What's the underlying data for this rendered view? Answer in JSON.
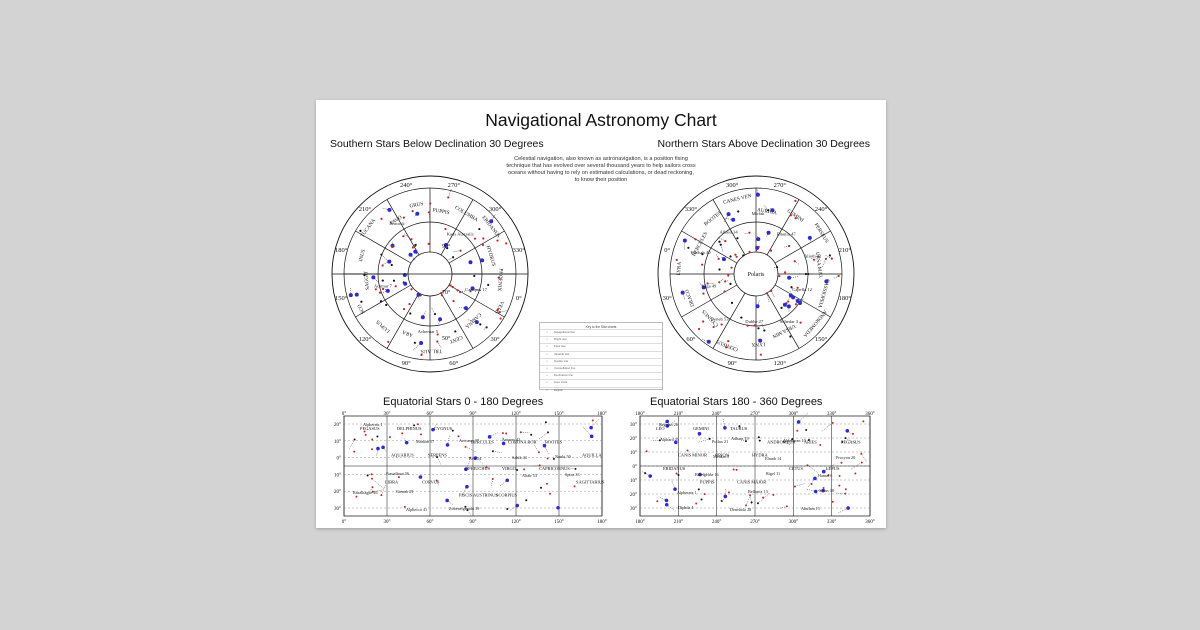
{
  "poster": {
    "title": "Navigational Astronomy Chart",
    "southern_heading": "Southern Stars Below Declination 30 Degrees",
    "northern_heading": "Northern Stars Above Declination 30 Degrees",
    "intro": "Celestial navigation, also known as astronavigation, is a position fixing technique that has evolved over several thousand years to help sailors cross oceans without having to rely on estimated calculations, or dead reckoning, to know their position",
    "equatorial_left_heading": "Equatorial Stars 0 - 180 Degrees",
    "equatorial_right_heading": "Equatorial Stars 180 - 360 Degrees"
  },
  "southern_chart": {
    "degree_labels": [
      "270°",
      "300°",
      "330°",
      "0°",
      "30°",
      "60°",
      "90°",
      "120°",
      "150°",
      "180°",
      "210°",
      "240°"
    ],
    "inner_labels": [
      "90°",
      "70°",
      "50°"
    ],
    "constellations": [
      "PUPPIS",
      "COLUMBA",
      "ERIDANUS",
      "HYDRUS",
      "PHOENIX",
      "VELA",
      "CARINA",
      "CENT",
      "TRI. AUS.",
      "ARA",
      "LUPUS",
      "SCO",
      "SAGGIT",
      "INUS",
      "TUCANA",
      "PAVO",
      "GRUS"
    ],
    "star_names": [
      "Canopus 17",
      "Achernar 5",
      "Acamar 7",
      "Peacock",
      "Kaus Australis"
    ]
  },
  "northern_chart": {
    "degree_labels": [
      "270°",
      "240°",
      "210°",
      "180°",
      "150°",
      "120°",
      "90°",
      "60°",
      "30°",
      "0°",
      "330°",
      "300°"
    ],
    "center_label": "Polaris",
    "constellations": [
      "AURIGA",
      "GEMINI",
      "PERSEUS",
      "URSA MAJ.",
      "CASSIOPEIA",
      "ANDROMEDA",
      "URSA MIN",
      "LYNX",
      "CEPHEUS",
      "CYGNUS",
      "DRACO",
      "LYRA",
      "HERCULES",
      "BOOTES",
      "CANES VEN"
    ],
    "star_names": [
      "Capella 12",
      "Schedar 3",
      "Dubhe 27",
      "Deneb 53",
      "Vega 49",
      "Kochab 40",
      "Alkaid 34",
      "Mirfak",
      "Eltanin 47",
      "Alioth 32"
    ]
  },
  "equatorial_left": {
    "x_ticks": [
      "0°",
      "30°",
      "60°",
      "90°",
      "120°",
      "150°",
      "180°"
    ],
    "y_ticks": [
      "20°",
      "10°",
      "0°",
      "10°",
      "20°",
      "30°"
    ],
    "constellations": [
      "PEGASUS",
      "DELPHINUS",
      "CYGNUS",
      "HERCULES",
      "CORONA BOR",
      "BOOTES",
      "AQUILLA",
      "AQUARIUS",
      "SERPENS",
      "OPHIUCHUS",
      "VIRGO",
      "CAPRICORNUS",
      "SAGITTARIUS",
      "LIBRA",
      "CORVUS",
      "PISCIS AUSTRINUS",
      "SCORPIUS"
    ],
    "star_names": [
      "Alpheratz 1",
      "Markab 57",
      "Enif 54",
      "Altair 53",
      "Rasalhague 46",
      "Alphecca 41",
      "Arcturus 37",
      "Sabik 44",
      "Spica 33",
      "Gienah 29",
      "Zubenelgenubi 39",
      "Antares 42",
      "Nunki 50",
      "Fomalhaut 56"
    ]
  },
  "equatorial_right": {
    "x_ticks": [
      "180°",
      "210°",
      "240°",
      "270°",
      "300°",
      "330°",
      "360°"
    ],
    "y_ticks": [
      "30°",
      "20°",
      "10°",
      "0°",
      "10°",
      "20°",
      "30°"
    ],
    "constellations": [
      "LEO",
      "GEMINI",
      "TAURUS",
      "ANDROMEDA",
      "ARIES",
      "PEGASUS",
      "CANIS MINOR",
      "ORION",
      "HYDRA",
      "CETUS",
      "LEPUS",
      "ERIDANUS",
      "PUPPIS",
      "CANIS MAJOR"
    ],
    "star_names": [
      "Regulus 26",
      "Pollux 21",
      "Elnath 14",
      "Hamal 6",
      "Alpheratz 1",
      "Denebola 28",
      "Aldebaran 10",
      "Procyon 20",
      "Betelgeuse 16",
      "Bellatrix 13",
      "Alnilam 15",
      "Alphard 25",
      "Menkar 8",
      "Rigel 11",
      "Sirius 18",
      "Diphda 4",
      "Adhara 19"
    ]
  },
  "legend": {
    "title": "Key to the Star charts",
    "rows": [
      "Navigational star",
      "Bright star",
      "Faint star",
      "Variable star",
      "Double star",
      "Constellation line",
      "Declination line",
      "Hour circle",
      "Ecliptic"
    ]
  }
}
